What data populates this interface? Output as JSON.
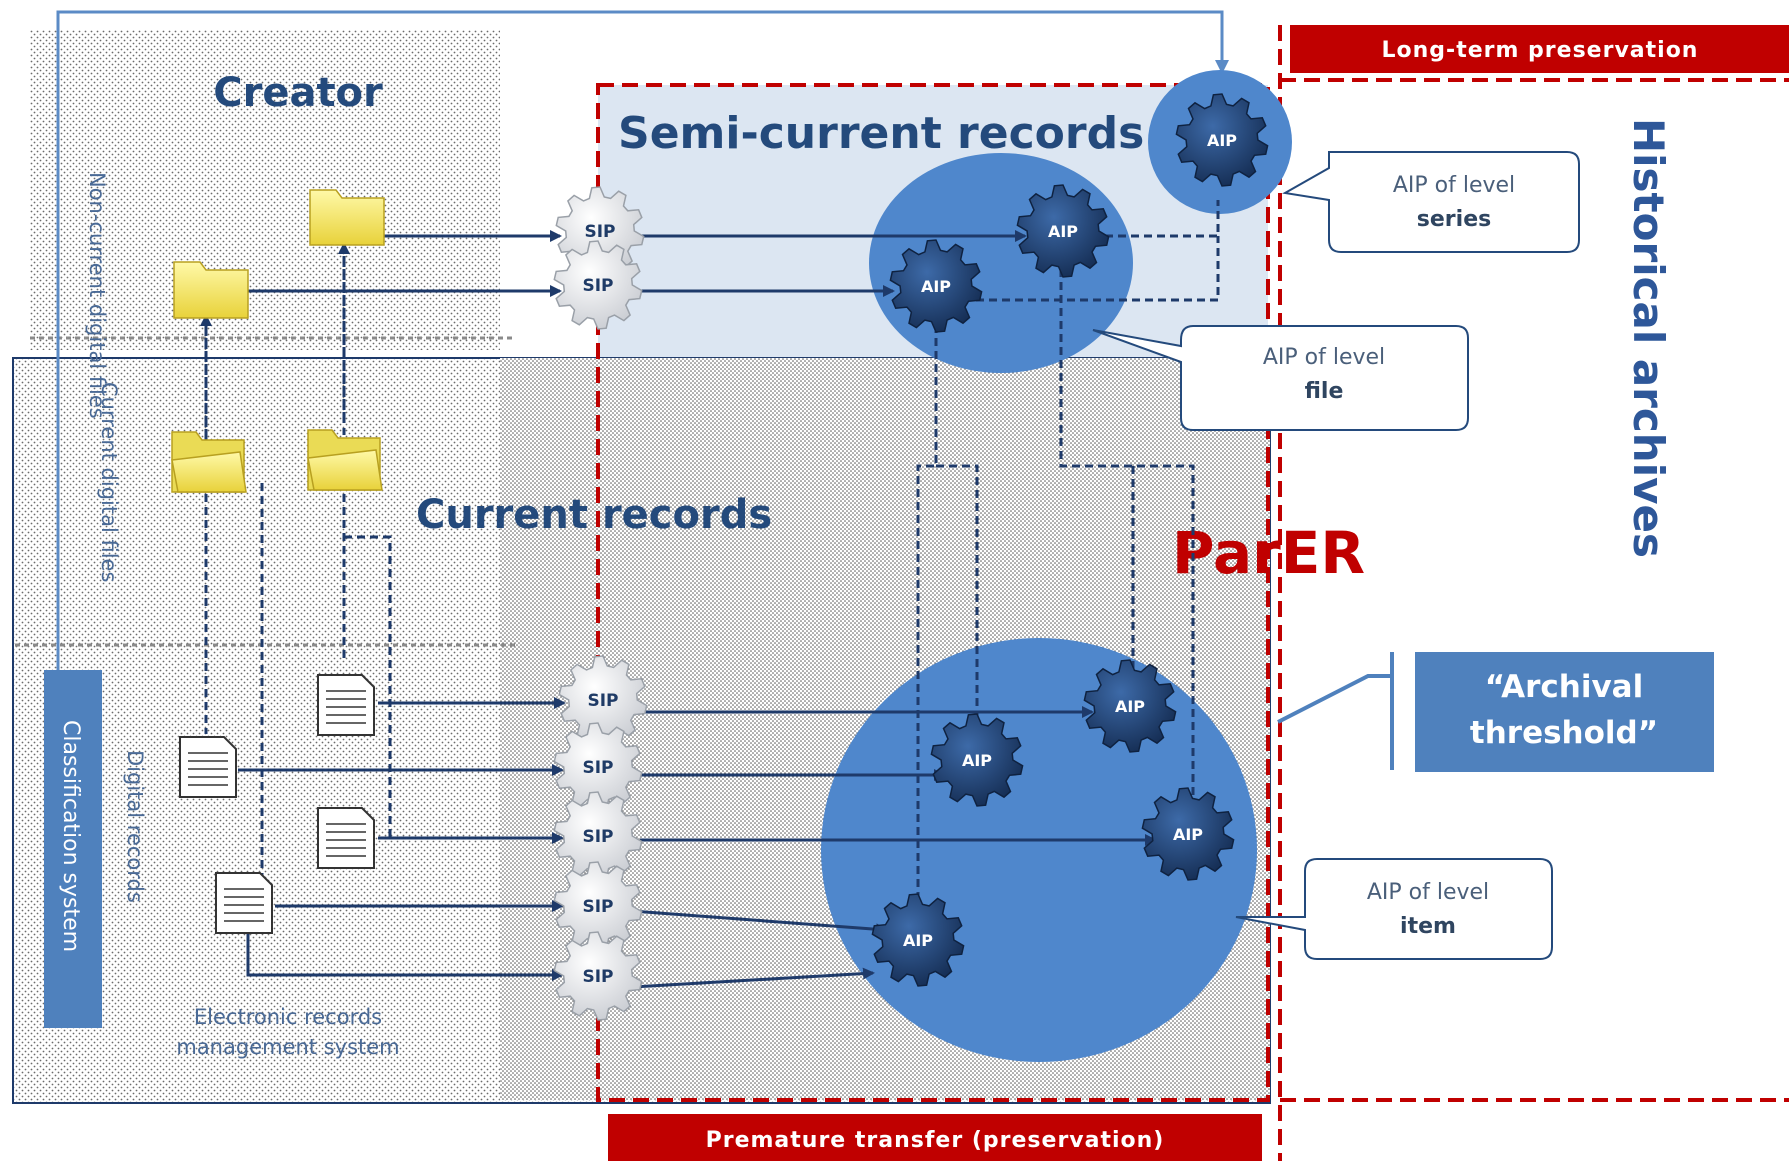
{
  "labels": {
    "creator": "Creator",
    "semi_current": "Semi-current records",
    "current": "Current records",
    "parer": "ParER",
    "historical": "Historical archives",
    "non_current": "Non-current digital files",
    "current_files": "Current digital files",
    "digital_records": "Digital records",
    "classification": "Classification system",
    "erms_line1": "Electronic records",
    "erms_line2": "management system",
    "archival_line1": "“Archival",
    "archival_line2": "threshold”"
  },
  "banners": {
    "long_term": "Long-term preservation",
    "premature": "Premature transfer (preservation)"
  },
  "callouts": {
    "series_line1": "AIP of level",
    "series_line2": "series",
    "file_line1": "AIP of level",
    "file_line2": "file",
    "item_line1": "AIP of level",
    "item_line2": "item"
  },
  "packages": {
    "sip": "SIP",
    "aip": "AIP"
  },
  "colors": {
    "red": "#c00000",
    "dark_blue": "#1e3a6a",
    "mid_blue": "#4f87cc",
    "light_blue_fill": "#dce6f2",
    "box_blue": "#4f81bd"
  }
}
